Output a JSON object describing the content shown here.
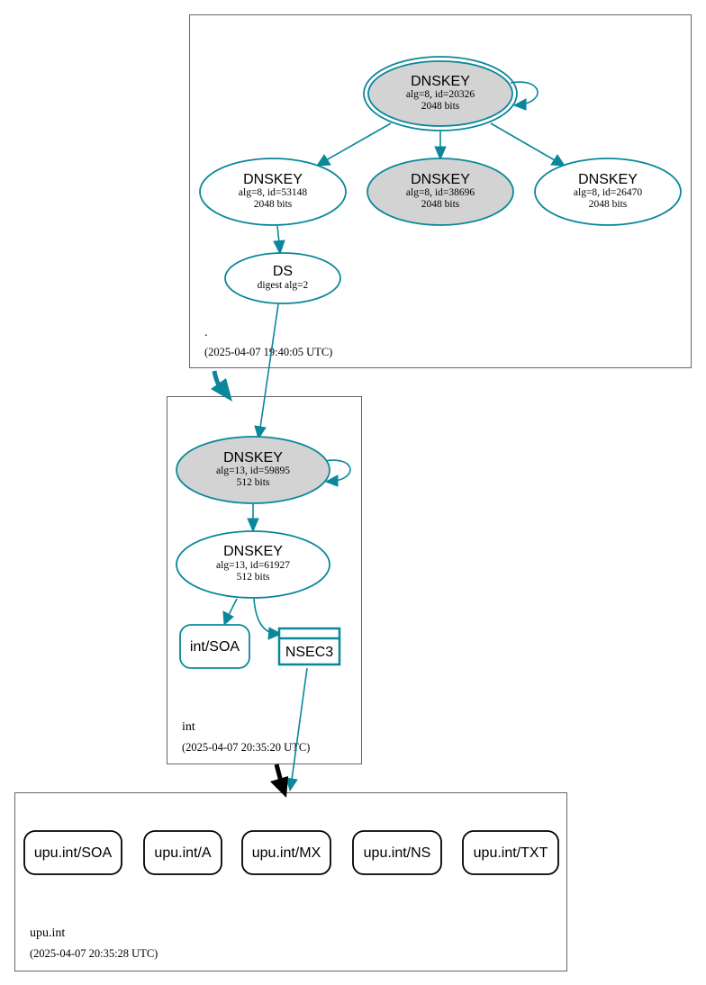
{
  "zones": {
    "root": {
      "name": ".",
      "timestamp": "(2025-04-07 19:40:05 UTC)"
    },
    "int": {
      "name": "int",
      "timestamp": "(2025-04-07 20:35:20 UTC)"
    },
    "upu": {
      "name": "upu.int",
      "timestamp": "(2025-04-07 20:35:28 UTC)"
    }
  },
  "nodes": {
    "root_ksk": {
      "type": "DNSKEY",
      "line1": "alg=8, id=20326",
      "line2": "2048 bits"
    },
    "root_zsk1": {
      "type": "DNSKEY",
      "line1": "alg=8, id=53148",
      "line2": "2048 bits"
    },
    "root_zsk2": {
      "type": "DNSKEY",
      "line1": "alg=8, id=38696",
      "line2": "2048 bits"
    },
    "root_zsk3": {
      "type": "DNSKEY",
      "line1": "alg=8, id=26470",
      "line2": "2048 bits"
    },
    "ds": {
      "type": "DS",
      "line1": "digest alg=2"
    },
    "int_ksk": {
      "type": "DNSKEY",
      "line1": "alg=13, id=59895",
      "line2": "512 bits"
    },
    "int_zsk": {
      "type": "DNSKEY",
      "line1": "alg=13, id=61927",
      "line2": "512 bits"
    },
    "int_soa": {
      "label": "int/SOA"
    },
    "nsec3": {
      "label": "NSEC3"
    },
    "upu_soa": {
      "label": "upu.int/SOA"
    },
    "upu_a": {
      "label": "upu.int/A"
    },
    "upu_mx": {
      "label": "upu.int/MX"
    },
    "upu_ns": {
      "label": "upu.int/NS"
    },
    "upu_txt": {
      "label": "upu.int/TXT"
    }
  },
  "colors": {
    "edge": "#0a879a",
    "key_fill": "#d3d3d3",
    "delegation_insecure": "#000000"
  }
}
